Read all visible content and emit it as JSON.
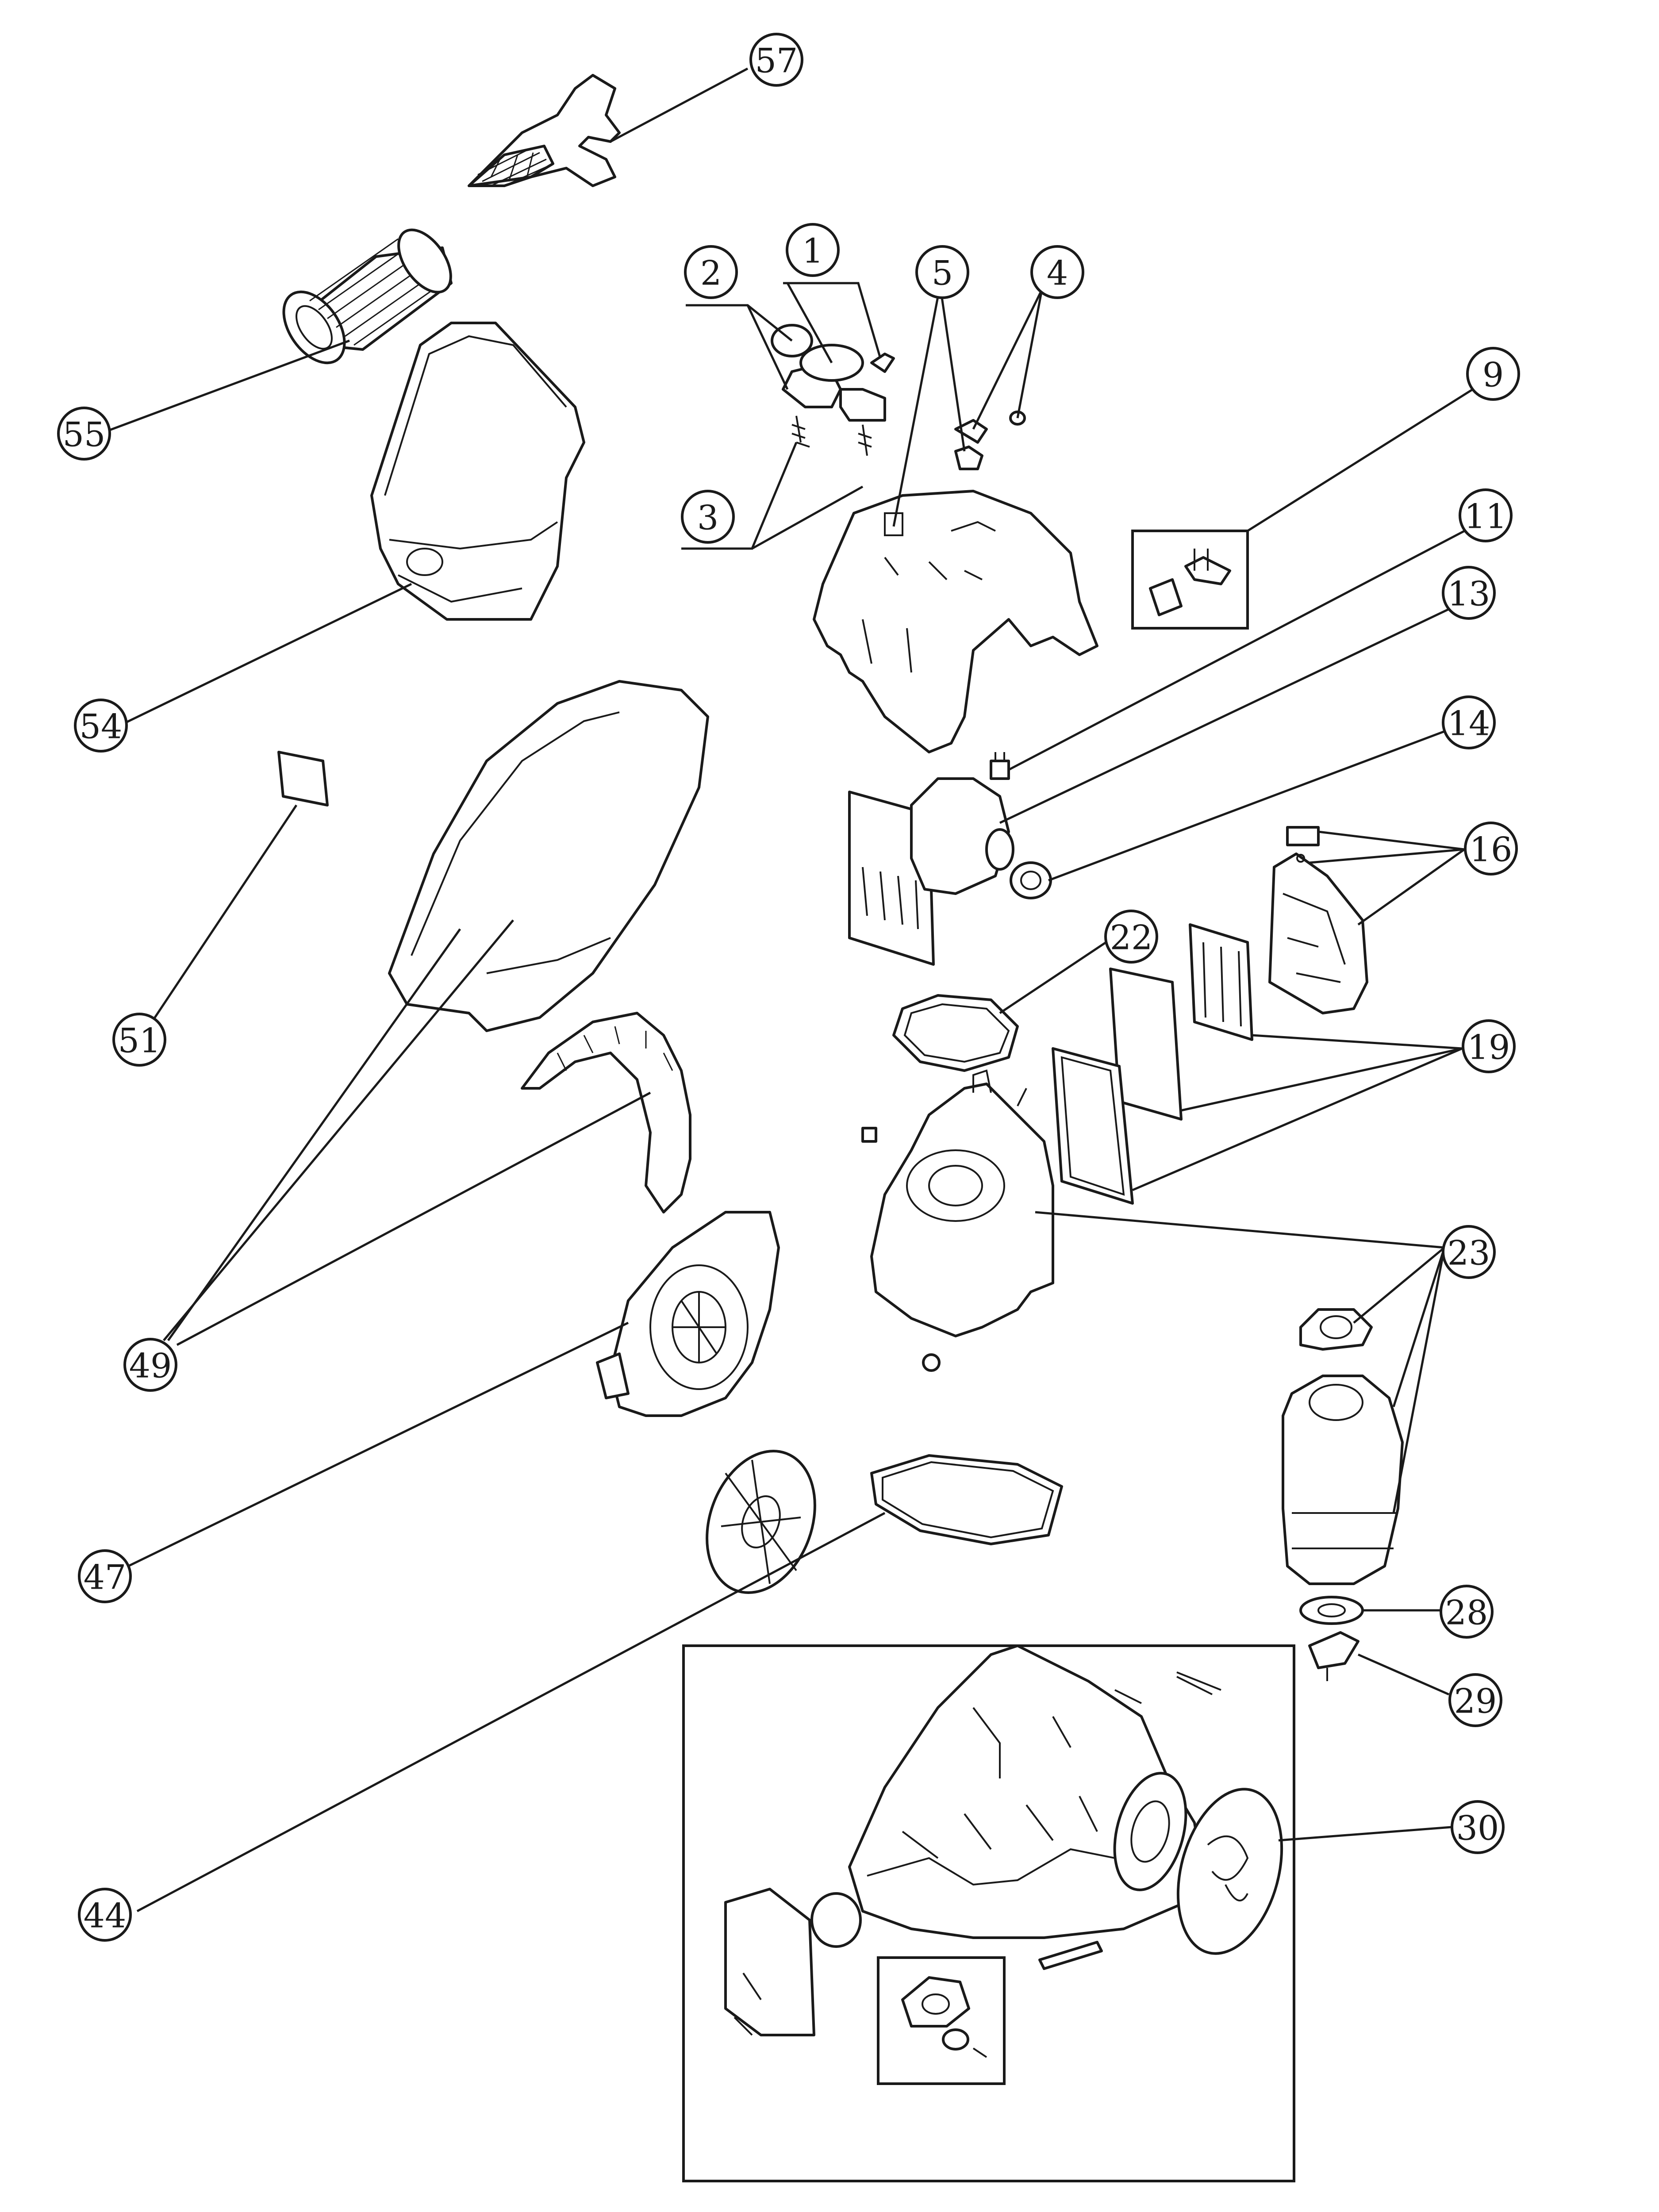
{
  "callouts": [
    {
      "id": "57",
      "label": "57"
    },
    {
      "id": "55",
      "label": "55"
    },
    {
      "id": "54",
      "label": "54"
    },
    {
      "id": "51",
      "label": "51"
    },
    {
      "id": "49",
      "label": "49"
    },
    {
      "id": "47",
      "label": "47"
    },
    {
      "id": "44",
      "label": "44"
    },
    {
      "id": "1",
      "label": "1"
    },
    {
      "id": "2",
      "label": "2"
    },
    {
      "id": "3",
      "label": "3"
    },
    {
      "id": "4",
      "label": "4"
    },
    {
      "id": "5",
      "label": "5"
    },
    {
      "id": "9",
      "label": "9"
    },
    {
      "id": "11",
      "label": "11"
    },
    {
      "id": "13",
      "label": "13"
    },
    {
      "id": "14",
      "label": "14"
    },
    {
      "id": "16",
      "label": "16"
    },
    {
      "id": "19",
      "label": "19"
    },
    {
      "id": "22",
      "label": "22"
    },
    {
      "id": "23",
      "label": "23"
    },
    {
      "id": "28",
      "label": "28"
    },
    {
      "id": "29",
      "label": "29"
    },
    {
      "id": "30",
      "label": "30"
    }
  ],
  "colors": {
    "line": "#1a1a1a",
    "background": "#ffffff"
  }
}
